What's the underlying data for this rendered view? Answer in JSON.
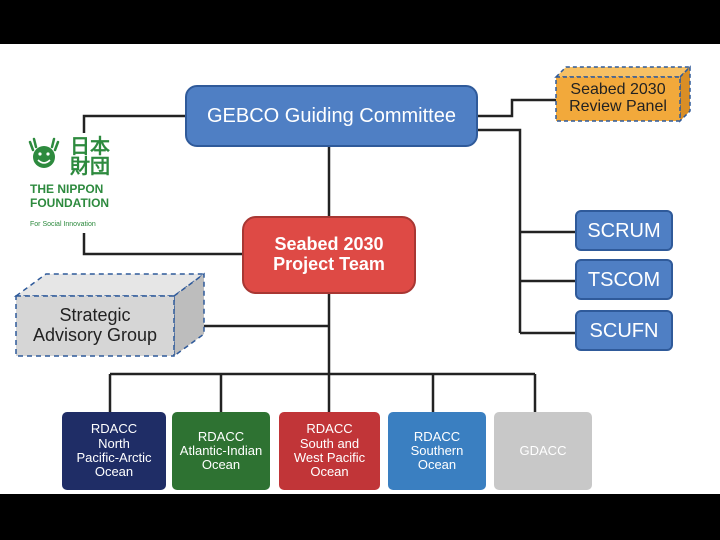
{
  "committee": {
    "label": "GEBCO Guiding Committee"
  },
  "review_panel": {
    "line1": "Seabed 2030",
    "line2": "Review Panel"
  },
  "project_team": {
    "line1": "Seabed 2030",
    "line2": "Project Team"
  },
  "advisory_group": {
    "line1": "Strategic",
    "line2": "Advisory Group"
  },
  "subcommittees": [
    {
      "label": "SCRUM"
    },
    {
      "label": "TSCOM"
    },
    {
      "label": "SCUFN"
    }
  ],
  "centres": [
    {
      "lines": [
        "RDACC",
        "North",
        "Pacific-Arctic",
        "Ocean"
      ]
    },
    {
      "lines": [
        "RDACC",
        "Atlantic-Indian",
        "Ocean"
      ]
    },
    {
      "lines": [
        "RDACC",
        "South and",
        "West Pacific",
        "Ocean"
      ]
    },
    {
      "lines": [
        "RDACC",
        "Southern",
        "Ocean"
      ]
    },
    {
      "lines": [
        "GDACC"
      ]
    }
  ],
  "logo": {
    "name_line1": "THE NIPPON",
    "name_line2": "FOUNDATION",
    "tagline": "For Social Innovation",
    "kanji": "日本財団",
    "color": "#2d8a3e"
  },
  "colors": {
    "committee": "#4f7fc4",
    "project_team": "#de4a45",
    "review_panel": "#f2a93b",
    "advisory_group": "#d6d6d6",
    "centre_1": "#1f2d66",
    "centre_2": "#2e7232",
    "centre_3": "#c13538",
    "centre_4": "#3a7fc1",
    "centre_5": "#c8c8c8"
  }
}
